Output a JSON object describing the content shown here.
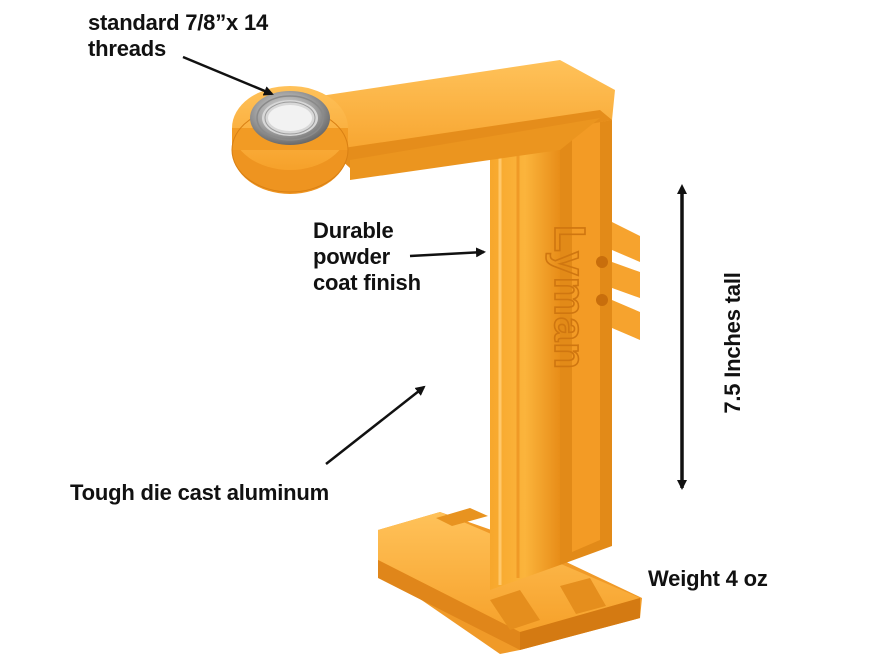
{
  "labels": {
    "threads_line1": "standard 7/8”x 14",
    "threads_line2": "threads",
    "powder_line1": "Durable",
    "powder_line2": "powder",
    "powder_line3": "coat finish",
    "aluminum": "Tough die cast aluminum",
    "height": "7.5 Inches tall",
    "weight": "Weight 4 oz",
    "logo": "Lyman"
  },
  "colors": {
    "background": "#ffffff",
    "powder_coat_orange": "#f5a030",
    "orange_shadow": "#d97f10",
    "orange_highlight": "#ffbf55",
    "thread_steel": "#9a9a9a",
    "text": "#111111"
  },
  "icons": [
    "arrow-icon",
    "double-arrow-icon"
  ]
}
